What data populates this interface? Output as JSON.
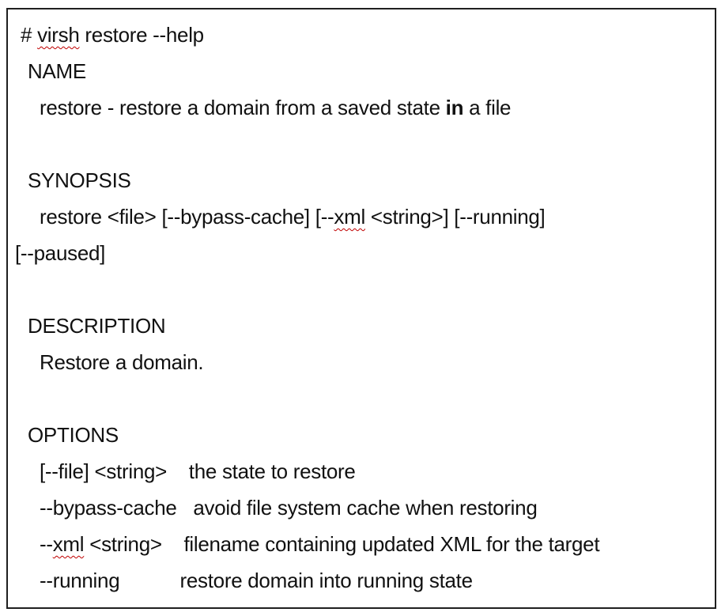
{
  "command": {
    "prefix": "# ",
    "misspelled_word": "virsh",
    "rest": " restore --help"
  },
  "sections": {
    "name": {
      "heading": "NAME",
      "desc_before": "restore - restore a domain from a saved state ",
      "desc_bold": "in",
      "desc_after": " a file"
    },
    "synopsis": {
      "heading": "SYNOPSIS",
      "line1_before": "restore <file> [--bypass-cache] [--",
      "line1_misspelled": "xml",
      "line1_after": " <string>] [--running]",
      "line2": "[--paused]"
    },
    "description": {
      "heading": "DESCRIPTION",
      "body": "Restore a domain."
    },
    "options": {
      "heading": "OPTIONS",
      "rows": [
        {
          "option": "[--file] <string>",
          "gap": "    ",
          "description": "the state to restore"
        },
        {
          "option": "--bypass-cache",
          "gap": "   ",
          "description": "avoid file system cache when restoring"
        },
        {
          "option_prefix": "--",
          "option_misspelled": "xml",
          "option_suffix": " <string>",
          "gap": "    ",
          "description": "filename containing updated XML for the target"
        },
        {
          "option": "--running",
          "gap": "           ",
          "description": "restore domain into running state"
        }
      ]
    }
  },
  "colors": {
    "text": "#111111",
    "border": "#1f1f1f",
    "spellcheck_underline": "#c00000"
  }
}
